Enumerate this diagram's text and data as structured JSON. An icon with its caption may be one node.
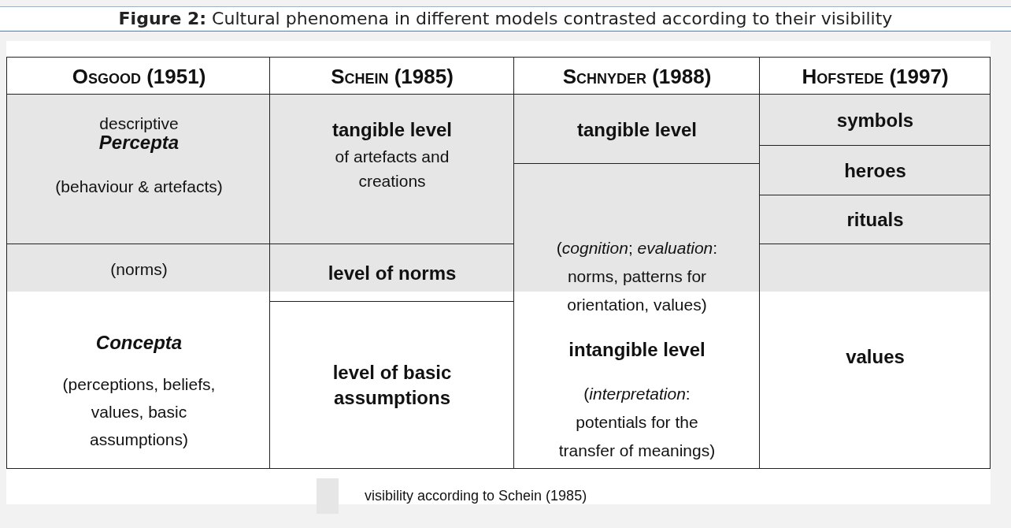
{
  "diagram": {
    "title": "**Figure 2:** Cultural phenomena in different models contrasted according to their visibility",
    "nodes": [
      {
        "text": [
          "Osgood (1951)"
        ]
      },
      {
        "text": [
          "Schein (1985)"
        ]
      },
      {
        "text": [
          "Schnyder (1988)"
        ]
      },
      {
        "text": [
          "Hofstede (1997)"
        ]
      },
      {
        "text": [
          "descriptive",
          "Percepta",
          "(behaviour & artefacts)"
        ]
      },
      {
        "text": [
          "tangible level",
          "of artefacts and creations"
        ]
      },
      {
        "text": [
          "tangible level"
        ]
      },
      {
        "text": [
          "symbols"
        ]
      },
      {
        "text": [
          "heroes"
        ]
      },
      {
        "text": [
          "rituals"
        ]
      },
      {
        "text": [
          "(norms)",
          "Concepta",
          "(perceptions, beliefs, values, basic assumptions)"
        ]
      },
      {
        "text": [
          "level of norms"
        ]
      },
      {
        "text": [
          "(*cognition*; *evaluation*: norms, patterns for orientation, values)",
          "intangible level",
          "(*interpretation*: potentials for the transfer of meanings)"
        ]
      },
      {
        "text": [
          "values"
        ]
      },
      {
        "text": [
          "level of basic assumptions"
        ]
      }
    ],
    "legend": [
      {
        "text": "visibility according to Schein (1985)",
        "color": "#e6e6e6"
      }
    ]
  }
}
